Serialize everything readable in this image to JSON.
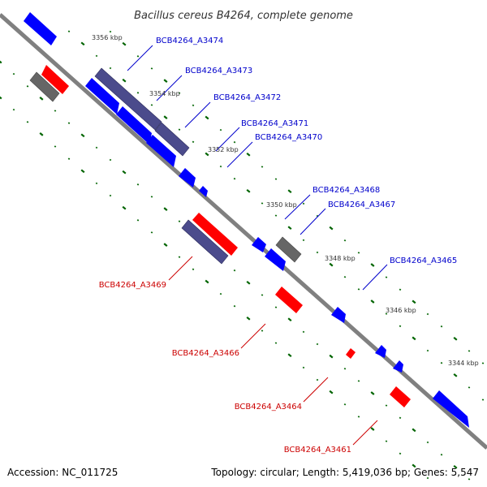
{
  "title": "Bacillus cereus B4264, complete genome",
  "footer": {
    "accession": "Accession: NC_011725",
    "stats": "Topology: circular; Length: 5,419,036 bp; Genes: 5,547"
  },
  "colors": {
    "forward_gene": "#0000ff",
    "reverse_gene": "#ff0000",
    "other_feature": "#4b4b8c",
    "gray_feature": "#666666",
    "backbone": "#808080",
    "tick": "#006400",
    "forward_label": "#0000cc",
    "reverse_label": "#cc0000"
  },
  "scale_labels": [
    "3356 kbp",
    "3354 kbp",
    "3352 kbp",
    "3350 kbp",
    "3348 kbp",
    "3346 kbp",
    "3344 kbp"
  ],
  "forward_gene_labels": [
    "BCB4264_A3474",
    "BCB4264_A3473",
    "BCB4264_A3472",
    "BCB4264_A3471",
    "BCB4264_A3470",
    "BCB4264_A3468",
    "BCB4264_A3467",
    "BCB4264_A3465"
  ],
  "reverse_gene_labels": [
    "BCB4264_A3469",
    "BCB4264_A3466",
    "BCB4264_A3464",
    "BCB4264_A3461"
  ]
}
